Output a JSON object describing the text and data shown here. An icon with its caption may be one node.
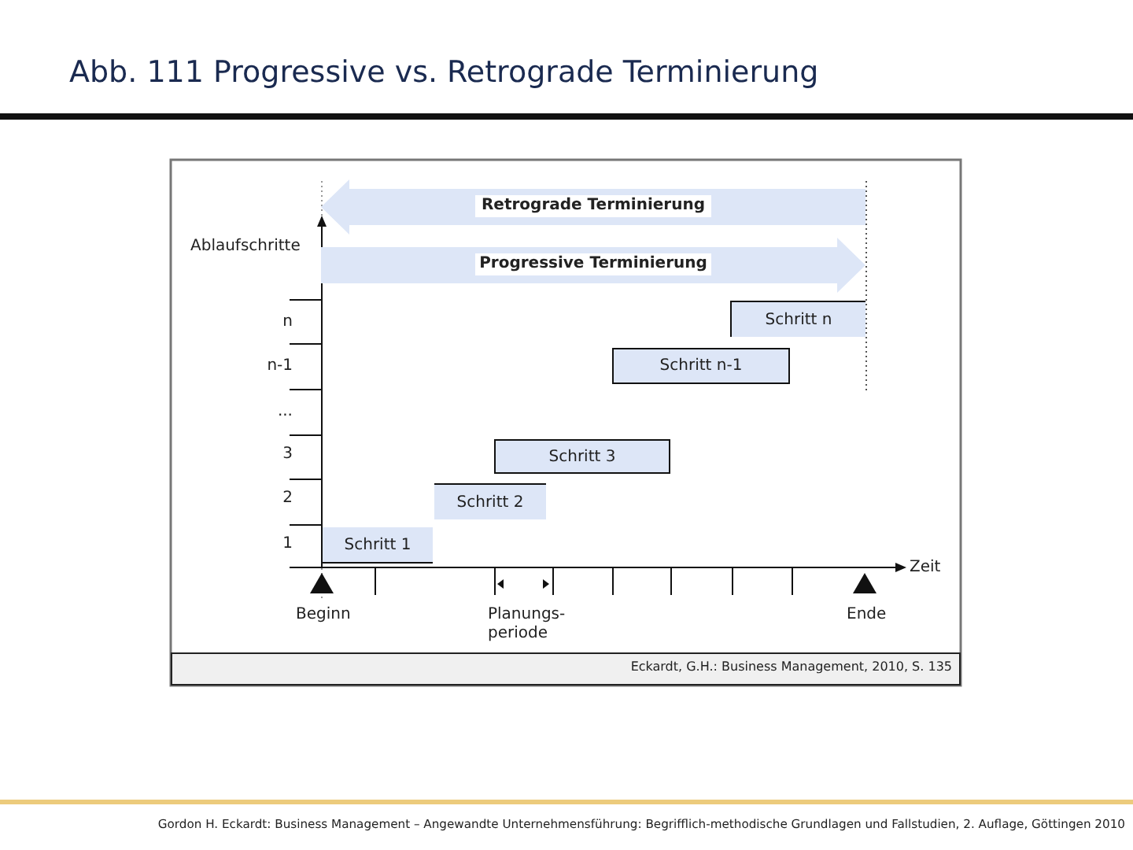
{
  "diagram": {
    "title": "Abb. 111 Progressive vs. Retrograde Terminierung",
    "nodes": [
      {
        "text": [
          "Schritt n"
        ]
      },
      {
        "text": [
          "Schritt n-1"
        ]
      },
      {
        "text": [
          "Schritt 3"
        ]
      },
      {
        "text": [
          "Schritt 2"
        ]
      },
      {
        "text": [
          "Schritt 1"
        ]
      }
    ],
    "labels": [
      "Retrograde Terminierung",
      "Ablaufschritte",
      "Progressive Terminierung",
      "n",
      "n-1",
      "...",
      "3",
      "2",
      "1",
      "Zeit",
      "Beginn",
      "Planungs- periode",
      "Ende",
      "Eckardt, G.H.: Business Management, 2010, S. 135",
      "Gordon H. Eckardt: Business Management – Angewandte Unternehmensführung: Begrifflich-methodische Grundlagen und Fallstudien, 2. Auflage, Göttingen 2010"
    ]
  }
}
